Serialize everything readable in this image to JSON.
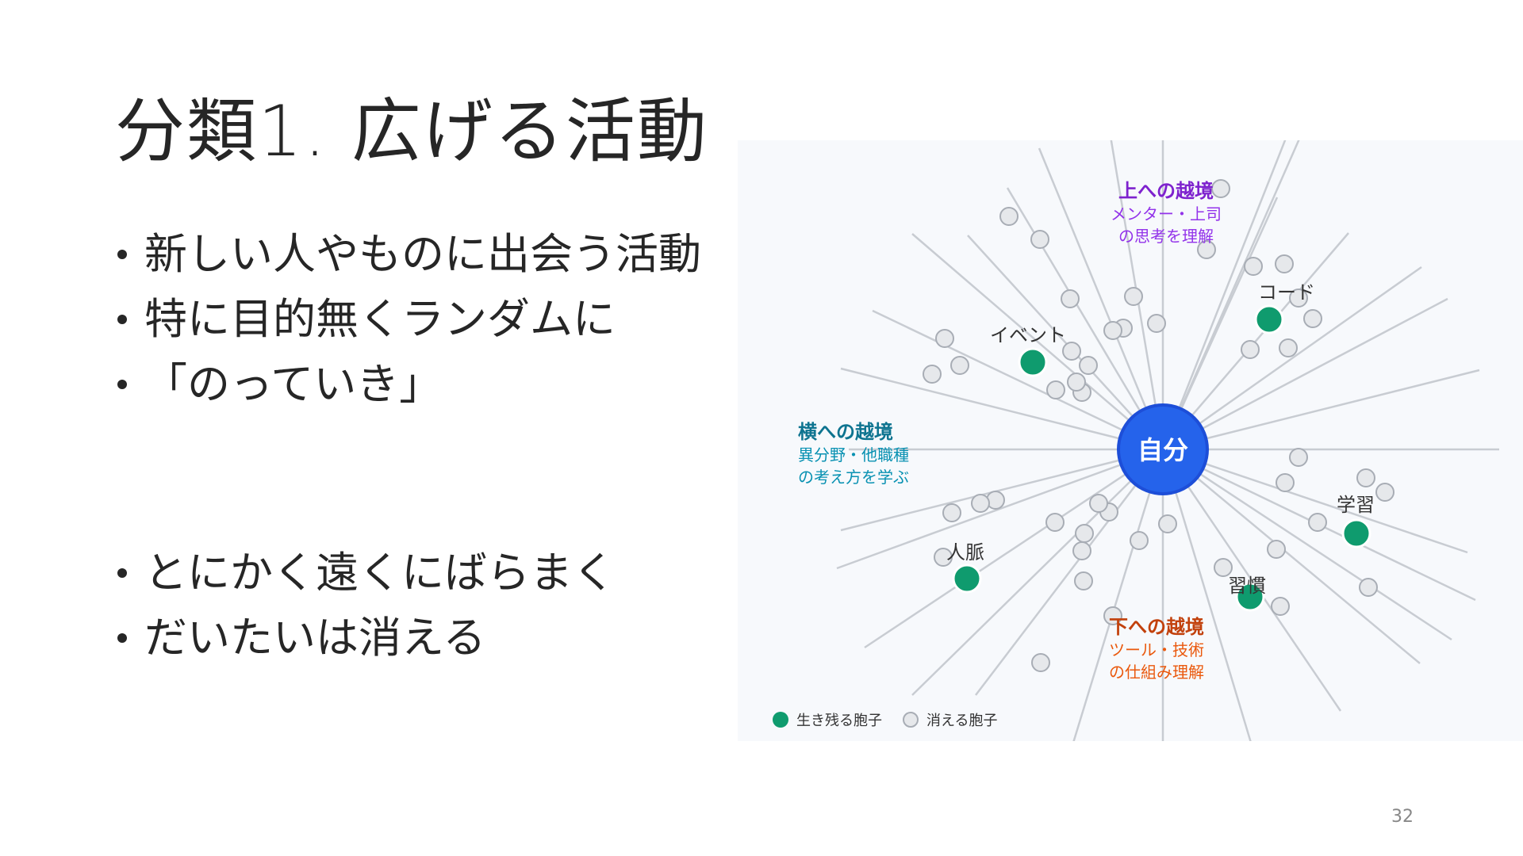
{
  "slide": {
    "title": "分類1. 広げる活動",
    "bullets_top": [
      "新しい人やものに出会う活動",
      "特に目的無くランダムに",
      "「のっていき」"
    ],
    "bullets_bottom": [
      "とにかく遠くにばらまく",
      "だいたいは消える"
    ],
    "page_number": "32"
  },
  "diagram": {
    "center_label": "自分",
    "colors": {
      "background": "#f7f9fc",
      "rays": "#c8ccd2",
      "center": "#2563eb",
      "survive": "#0f9b6e",
      "fade": "#e6e8eb",
      "up": "#7e22ce",
      "side": "#0e7490",
      "down": "#c2410c"
    },
    "categories": {
      "up": {
        "title": "上への越境",
        "line1": "メンター・上司",
        "line2": "の思考を理解"
      },
      "side": {
        "title": "横への越境",
        "line1": "異分野・他職種",
        "line2": "の考え方を学ぶ"
      },
      "down": {
        "title": "下への越境",
        "line1": "ツール・技術",
        "line2": "の仕組み理解"
      }
    },
    "nodes": {
      "event": "イベント",
      "code": "コード",
      "learning": "学習",
      "habit": "習慣",
      "network": "人脈"
    },
    "legend": {
      "survive": "生き残る胞子",
      "fade": "消える胞子"
    }
  }
}
